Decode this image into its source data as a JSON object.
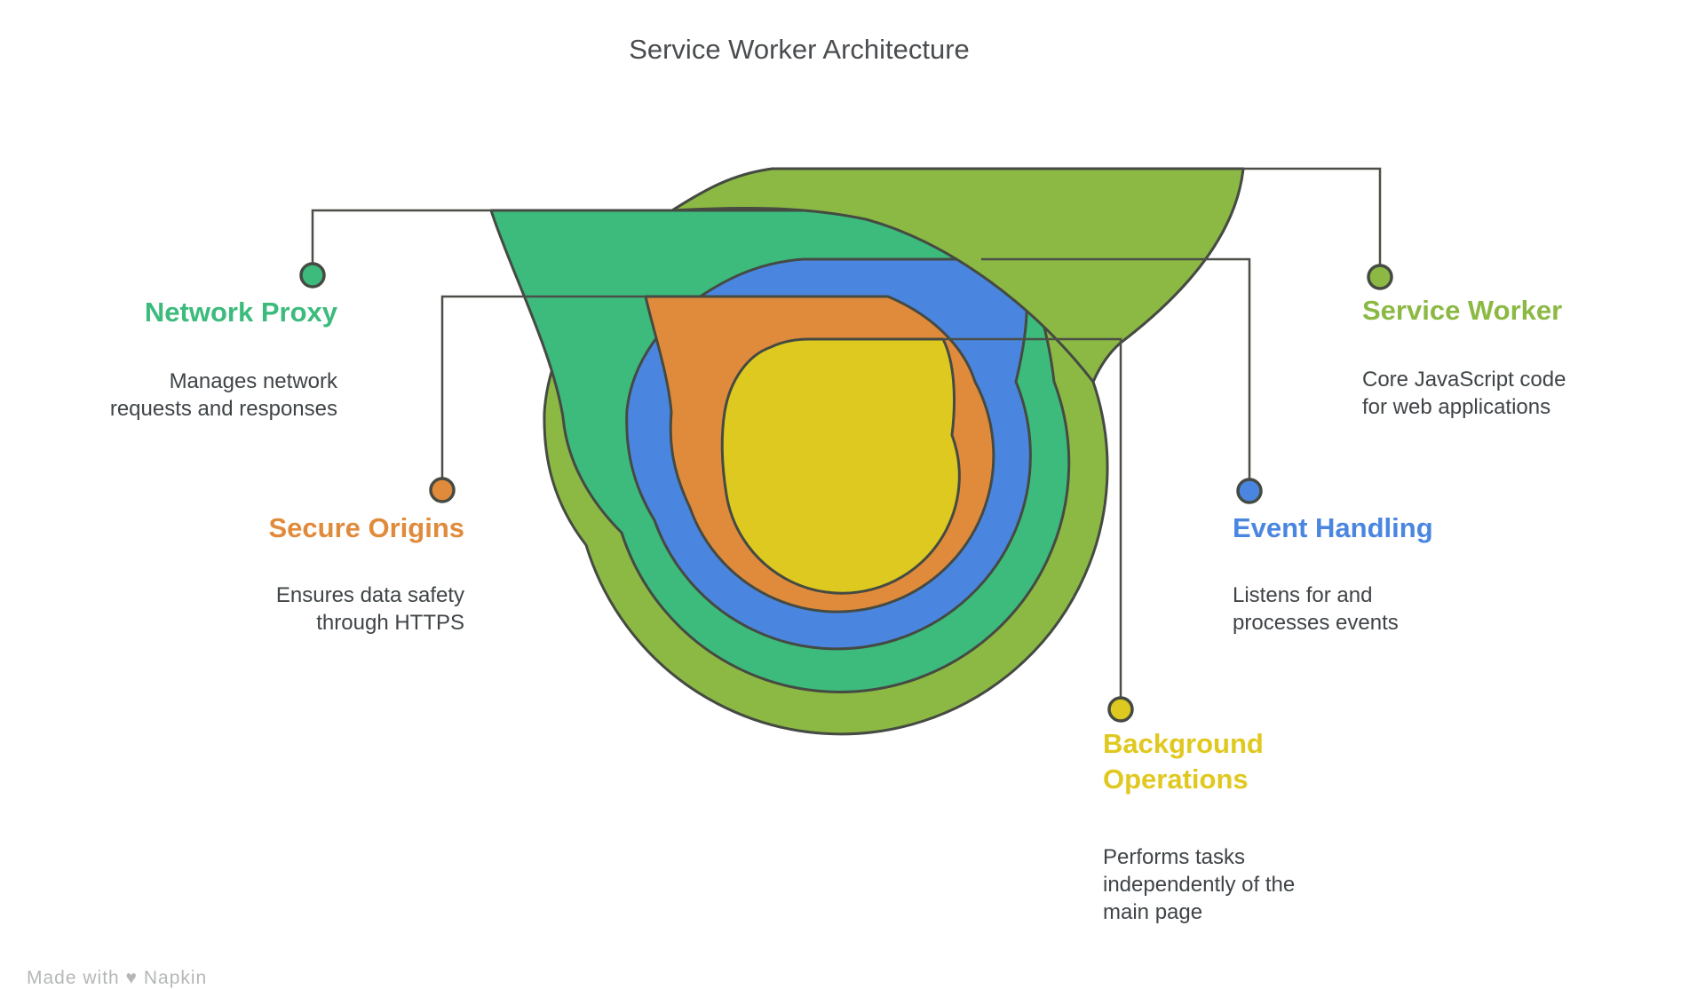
{
  "title": "Service Worker Architecture",
  "watermark": "Made with ♥ Napkin",
  "background": "#ffffff",
  "outline_color": "#454a42",
  "connector_color": "#4b4f48",
  "nodes": [
    {
      "id": "network-proxy",
      "label": "Network Proxy",
      "description": "Manages network\nrequests and responses",
      "color": "#3cbb7d",
      "layer": "second from outside",
      "dot": "upper-left"
    },
    {
      "id": "secure-origins",
      "label": "Secure Origins",
      "description": "Ensures data safety\nthrough HTTPS",
      "color": "#e08b3c",
      "layer": "second from center",
      "dot": "lower-left"
    },
    {
      "id": "service-worker",
      "label": "Service Worker",
      "description": "Core JavaScript code\nfor web applications",
      "color": "#8cb944",
      "layer": "outermost",
      "dot": "upper-right"
    },
    {
      "id": "event-handling",
      "label": "Event Handling",
      "description": "Listens for and\nprocesses events",
      "color": "#4a86e0",
      "layer": "middle",
      "dot": "right"
    },
    {
      "id": "background-operations",
      "label": "Background Operations",
      "description": "Performs tasks\nindependently of the\nmain page",
      "color": "#ddc91f",
      "layer": "innermost core",
      "dot": "lower-right"
    }
  ]
}
